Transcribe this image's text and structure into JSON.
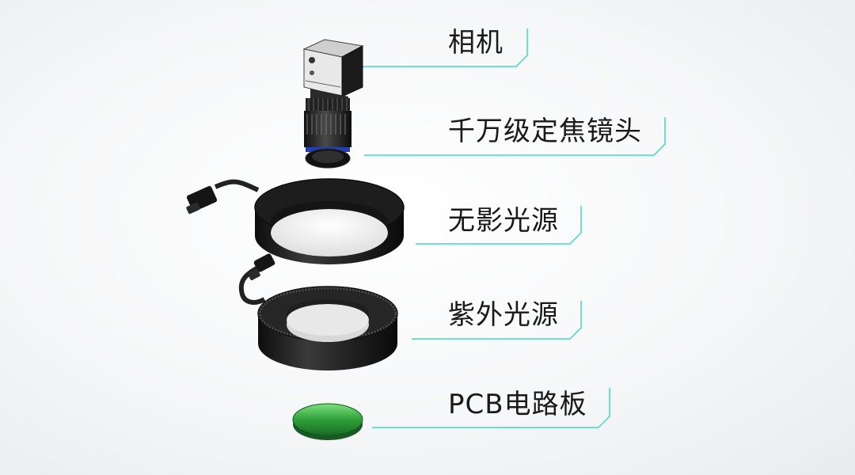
{
  "components": [
    {
      "id": "camera",
      "label": "相机",
      "icon": "industrial-camera"
    },
    {
      "id": "lens",
      "label": "千万级定焦镜头",
      "icon": "fixed-focus-lens"
    },
    {
      "id": "shadowless-light",
      "label": "无影光源",
      "icon": "ring-light"
    },
    {
      "id": "uv-light",
      "label": "紫外光源",
      "icon": "uv-ring-light"
    },
    {
      "id": "pcb",
      "label": "PCB电路板",
      "icon": "green-pcb-disc"
    }
  ],
  "colors": {
    "leader_line": "#3fd9c4",
    "pcb_green": "#2e9a3a",
    "device_black": "#1b1b1b",
    "lens_blue_band": "#2340b8"
  }
}
